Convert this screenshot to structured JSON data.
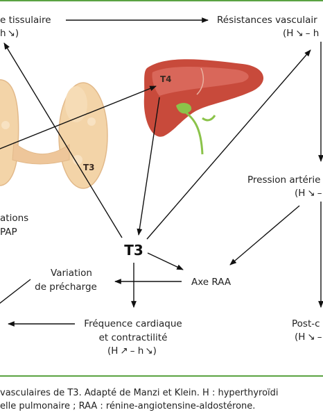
{
  "labels": {
    "tissue_resistance": "e tissulaire",
    "tissue_resistance_dir": "h",
    "vascular_resistance": "Résistances vasculair",
    "vascular_resistance_dir": "(H – h",
    "liver_t4": "T4",
    "thyroid_t3": "T3",
    "arterial_pressure": "Pression artérie",
    "arterial_pressure_dir": "(H –",
    "variations_left_1": "ations",
    "variations_left_2": "PAP",
    "center_t3": "T3",
    "preload_1": "Variation",
    "preload_2": "de précharge",
    "raa_axis": "Axe RAA",
    "heart_rate_1": "Fréquence cardiaque",
    "heart_rate_2": "et contractilité",
    "heart_rate_dir": "(H – h)",
    "post_load": "Post-c",
    "post_load_dir": "(H –"
  },
  "caption": {
    "line1": "vasculaires de T3. Adapté de Manzi et Klein. H : hyperthyroïdi",
    "line2": "elle pulmonaire ; RAA : rénine-angiotensine-aldostérone."
  },
  "colors": {
    "frame_green": "#5aa342",
    "thyroid": "#f3d4a8",
    "liver": "#c84a3b",
    "gallbladder": "#8bc34a"
  }
}
